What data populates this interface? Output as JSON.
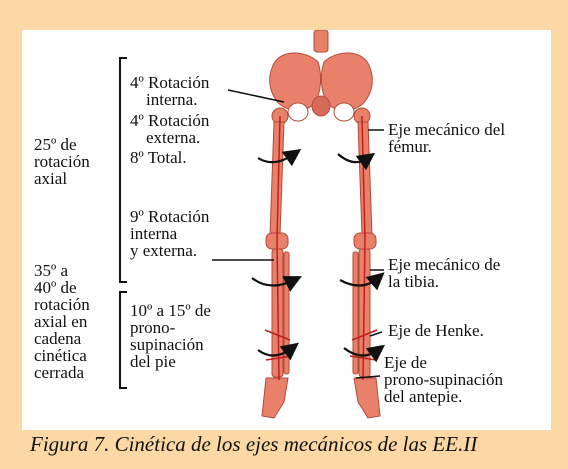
{
  "left_labels": {
    "rotacion_axial": [
      "25º de",
      "rotación",
      "axial"
    ],
    "cadena_cerrada": [
      "35º a",
      "40º de",
      "rotación",
      "axial en",
      "cadena",
      "cinética",
      "cerrada"
    ]
  },
  "middle_labels": {
    "rot_interna": [
      "4º Rotación",
      "interna."
    ],
    "rot_externa": [
      "4º Rotación",
      "externa."
    ],
    "total": "8º Total.",
    "rot_interna_externa": [
      "9º Rotación",
      "interna",
      "y externa."
    ],
    "pronosupinacion": [
      "10º a 15º de",
      "prono-",
      "supinación",
      "del pie"
    ]
  },
  "right_labels": {
    "eje_femur": [
      "Eje mecánico del",
      "fémur."
    ],
    "eje_tibia": [
      "Eje mecánico de",
      "la tibia."
    ],
    "eje_henke": "Eje de Henke.",
    "eje_antepie": [
      "Eje de",
      "prono-supinación",
      "del antepie."
    ]
  },
  "caption": "Figura 7. Cinética de los ejes mecánicos de las EE.II",
  "colors": {
    "page_background": "#fbd8a4",
    "bone": "#e8806a",
    "axis_line": "#c0201a"
  }
}
